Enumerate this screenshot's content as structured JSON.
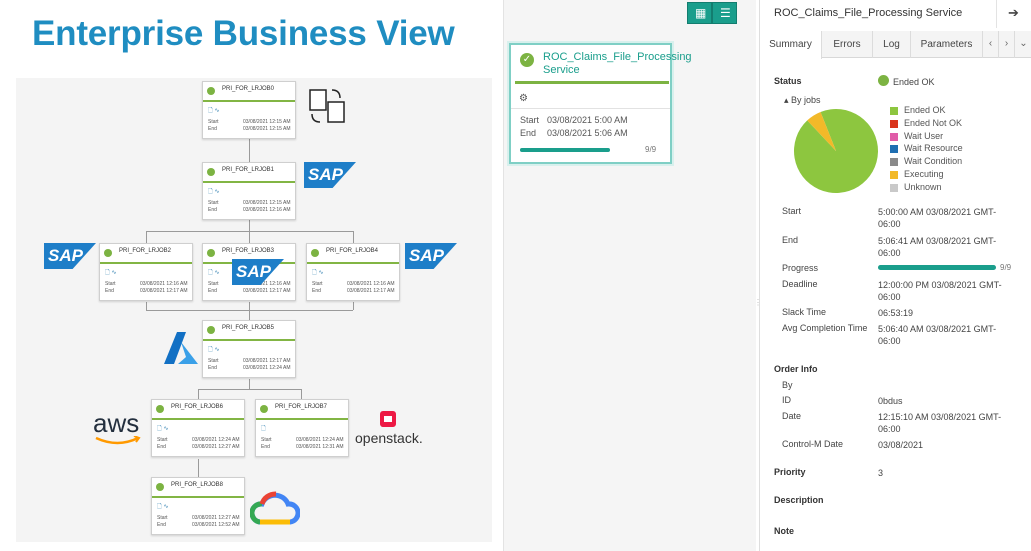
{
  "slide": {
    "title": "Enterprise Business View",
    "jobs": [
      {
        "name": "PRI_FOR_LRJOB0",
        "start": "03/08/2021 12:15 AM",
        "end": "03/08/2021 12:15 AM"
      },
      {
        "name": "PRI_FOR_LRJOB1",
        "start": "03/08/2021 12:15 AM",
        "end": "03/08/2021 12:16 AM"
      },
      {
        "name": "PRI_FOR_LRJOB2",
        "start": "03/08/2021 12:16 AM",
        "end": "03/08/2021 12:17 AM"
      },
      {
        "name": "PRI_FOR_LRJOB3",
        "start": "03/08/2021 12:16 AM",
        "end": "03/08/2021 12:17 AM"
      },
      {
        "name": "PRI_FOR_LRJOB4",
        "start": "03/08/2021 12:16 AM",
        "end": "03/08/2021 12:17 AM"
      },
      {
        "name": "PRI_FOR_LRJOB5",
        "start": "03/08/2021 12:17 AM",
        "end": "03/08/2021 12:24 AM"
      },
      {
        "name": "PRI_FOR_LRJOB6",
        "start": "03/08/2021 12:24 AM",
        "end": "03/08/2021 12:27 AM"
      },
      {
        "name": "PRI_FOR_LRJOB7",
        "start": "03/08/2021 12:24 AM",
        "end": "03/08/2021 12:31 AM"
      },
      {
        "name": "PRI_FOR_LRJOB8",
        "start": "03/08/2021 12:27 AM",
        "end": "03/08/2021 12:52 AM"
      }
    ],
    "start_label": "Start",
    "end_label": "End",
    "logos": {
      "sap": "SAP",
      "aws": "aws",
      "openstack": "openstack."
    }
  },
  "service_card": {
    "name": "ROC_Claims_File_Processing Service",
    "start_label": "Start",
    "start": "03/08/2021 5:00 AM",
    "end_label": "End",
    "end": "03/08/2021 5:06 AM",
    "progress_fraction": 1.0,
    "progress_text": "9/9"
  },
  "details": {
    "title": "ROC_Claims_File_Processing Service",
    "tabs": [
      "Summary",
      "Errors",
      "Log",
      "Parameters"
    ],
    "active_tab": "Summary",
    "status_label": "Status",
    "status_value": "Ended OK",
    "by_jobs": "By jobs",
    "legend": [
      {
        "label": "Ended OK",
        "color": "#8dc63f"
      },
      {
        "label": "Ended Not OK",
        "color": "#d9341c"
      },
      {
        "label": "Wait User",
        "color": "#e05ca8"
      },
      {
        "label": "Wait Resource",
        "color": "#1f6fb2"
      },
      {
        "label": "Wait Condition",
        "color": "#8a8a8a"
      },
      {
        "label": "Executing",
        "color": "#f2b929"
      },
      {
        "label": "Unknown",
        "color": "#c9c9c9"
      }
    ],
    "pie_slices": [
      {
        "label": "Ended OK",
        "fraction": 0.94,
        "color": "#8dc63f"
      },
      {
        "label": "Executing",
        "fraction": 0.06,
        "color": "#f2b929"
      }
    ],
    "start_label": "Start",
    "start": "5:00:00 AM 03/08/2021 GMT-06:00",
    "end_label": "End",
    "end": "5:06:41 AM 03/08/2021 GMT-06:00",
    "progress_label": "Progress",
    "progress_fraction": 1.0,
    "progress_text": "9/9",
    "deadline_label": "Deadline",
    "deadline": "12:00:00 PM 03/08/2021 GMT-06:00",
    "slack_label": "Slack Time",
    "slack": "06:53:19",
    "avg_label": "Avg Completion Time",
    "avg": "5:06:40 AM 03/08/2021 GMT-06:00",
    "order_info_label": "Order Info",
    "by_label": "By",
    "by": "",
    "id_label": "ID",
    "id": "0bdus",
    "date_label": "Date",
    "date": "12:15:10 AM 03/08/2021 GMT-06:00",
    "ctm_date_label": "Control-M Date",
    "ctm_date": "03/08/2021",
    "priority_label": "Priority",
    "priority": "3",
    "description_label": "Description",
    "note_label": "Note"
  }
}
